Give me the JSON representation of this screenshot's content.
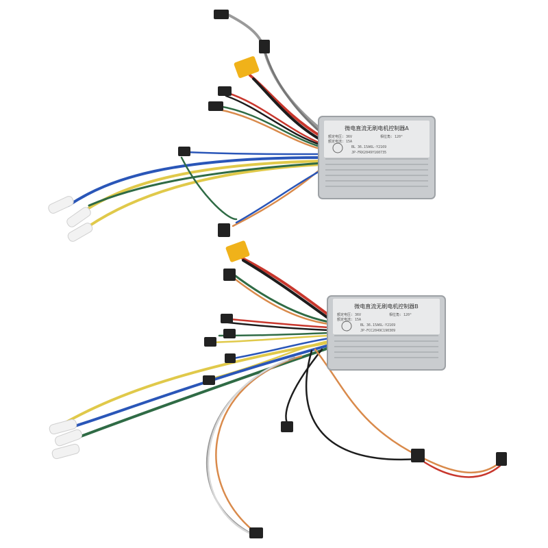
{
  "controllers": [
    {
      "title": "微电直流无刷电机控制器A",
      "spec_lines": [
        "额定电压: 36V",
        "额定电流: 15A",
        "相位角: 120°"
      ],
      "model": "BL 36.15A6L-Y2169",
      "serial": "JP-FRX2049Y160735"
    },
    {
      "title": "微电直流无刷电机控制器B",
      "spec_lines": [
        "额定电压: 36V",
        "额定电流: 15A",
        "相位角: 120°"
      ],
      "model": "BL 36.15A6L-Y2169",
      "serial": "JP-FCC2049C190309"
    }
  ],
  "colors": {
    "background": "#ffffff",
    "housing": "#c9cccf",
    "housing_dark": "#9da1a5",
    "label": "#e9eaeb",
    "wire_red": "#c8372d",
    "wire_black": "#1d1d1d",
    "wire_blue": "#2a56b8",
    "wire_yellow": "#e0c94a",
    "wire_green": "#2f6b45",
    "wire_orange": "#d98a4b",
    "wire_gray": "#9a9a9a",
    "connector_yellow": "#f0b21a",
    "connector_black": "#222222",
    "connector_white": "#f2f2f2"
  }
}
